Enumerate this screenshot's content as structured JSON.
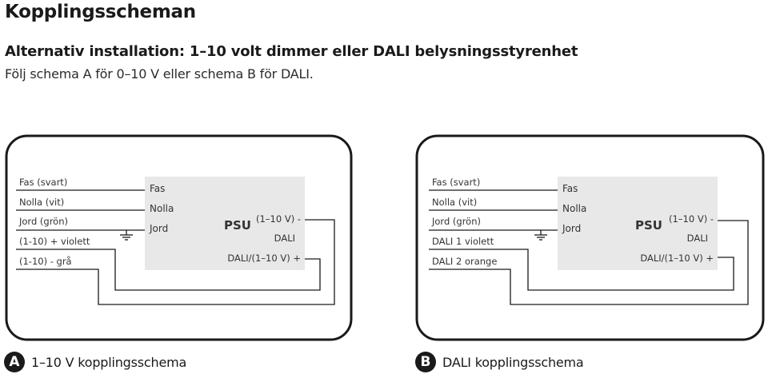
{
  "page": {
    "title": "Kopplingsscheman",
    "subtitle": "Alternativ installation: 1–10 volt dimmer eller DALI belysningsstyrenhet",
    "description": "Följ schema A för 0–10 V eller schema B för DALI."
  },
  "diagram_a": {
    "wires": [
      "Fas (svart)",
      "Nolla (vit)",
      "Jord (grön)",
      "(1-10) + violett",
      "(1-10) - grå"
    ],
    "psu": {
      "terminals": [
        "Fas",
        "Nolla",
        "Jord"
      ],
      "label": "PSU",
      "dim_minus": "(1–10 V) -",
      "dali": "DALI",
      "dali_plus": "DALI/(1–10 V) +"
    }
  },
  "diagram_b": {
    "wires": [
      "Fas (svart)",
      "Nolla (vit)",
      "Jord (grön)",
      "DALI 1 violett",
      "DALI 2 orange"
    ],
    "psu": {
      "terminals": [
        "Fas",
        "Nolla",
        "Jord"
      ],
      "label": "PSU",
      "dim_minus": "(1–10 V) -",
      "dali": "DALI",
      "dali_plus": "DALI/(1–10 V) +"
    }
  },
  "legend": {
    "a": {
      "badge": "A",
      "label": "1–10 V kopplingsschema"
    },
    "b": {
      "badge": "B",
      "label": "DALI kopplingsschema"
    }
  }
}
